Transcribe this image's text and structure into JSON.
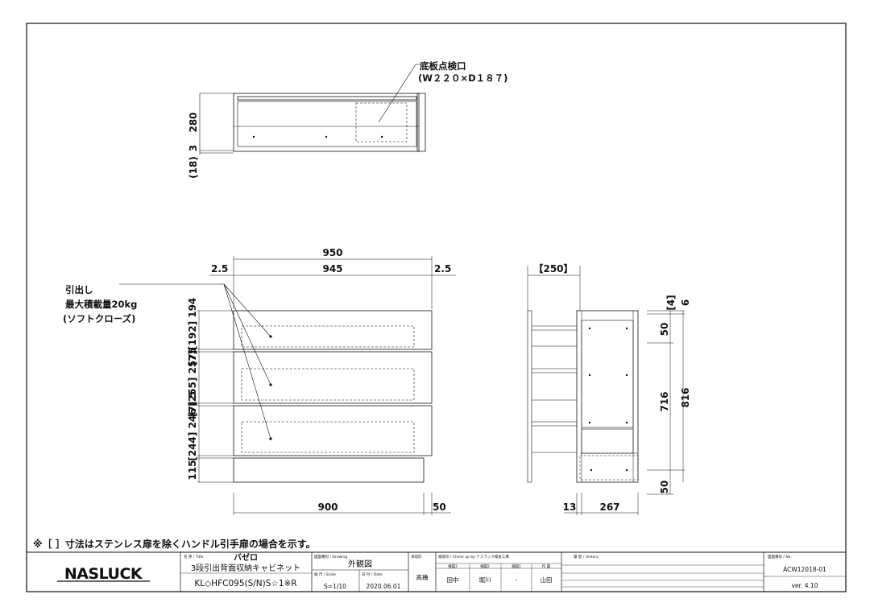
{
  "annotations": {
    "inspection_port": "底板点検口",
    "inspection_size": "(W２２０×D１８７)",
    "drawer_note_1": "引出し",
    "drawer_note_2": "最大積載量20kg",
    "drawer_note_3": "(ソフトクローズ)",
    "footnote": "※［ ］寸法はステンレス扉を除くハンドル引手扉の場合を示す。"
  },
  "dims": {
    "top_280": "280",
    "top_3": "3",
    "top_18": "(18)",
    "w_950": "950",
    "w_945": "945",
    "w_2_5_left": "2.5",
    "w_2_5_right": "2.5",
    "d_250": "【250】",
    "h_194": "[7][192] 194",
    "h_5a": "5",
    "h_257": "[255] 257",
    "h_5b": "[7] 5",
    "h_246": "[244] 246",
    "h_115": "115",
    "b_900": "900",
    "b_50": "50",
    "b_13": "13",
    "b_267": "267",
    "r_4": "[4]",
    "r_6": "6",
    "r_50a": "50",
    "r_716": "716",
    "r_816": "816",
    "r_50b": "50"
  },
  "title_block": {
    "logo": "NASLUCK",
    "name_header": "名 称 / Title",
    "name_value": "バゼロ",
    "description": "3段引出背面収納キャビネット",
    "model": "KL◇HFC095(S/N)S☆1※R",
    "drawing_type_header": "図面種別 / Drawing",
    "drawing_type": "外観図",
    "scale_header": "縮 尺 / Scale",
    "scale": "S=1/10",
    "date_header": "日 付 / Date",
    "date": "2020.06.01",
    "approver_header": "承認印",
    "approver": "髙橋",
    "check_header": "検査印 / Check up by ナスラック検査工場",
    "check_cols": [
      "検図3",
      "検図2",
      "検図1",
      "作 図"
    ],
    "check_names": [
      "田中",
      "堀川",
      "-",
      "山田"
    ],
    "history_header": "履 歴 / History",
    "number_header": "図面番号 / No.",
    "number": "ACW12018-01",
    "version": "ver. 4.10"
  }
}
